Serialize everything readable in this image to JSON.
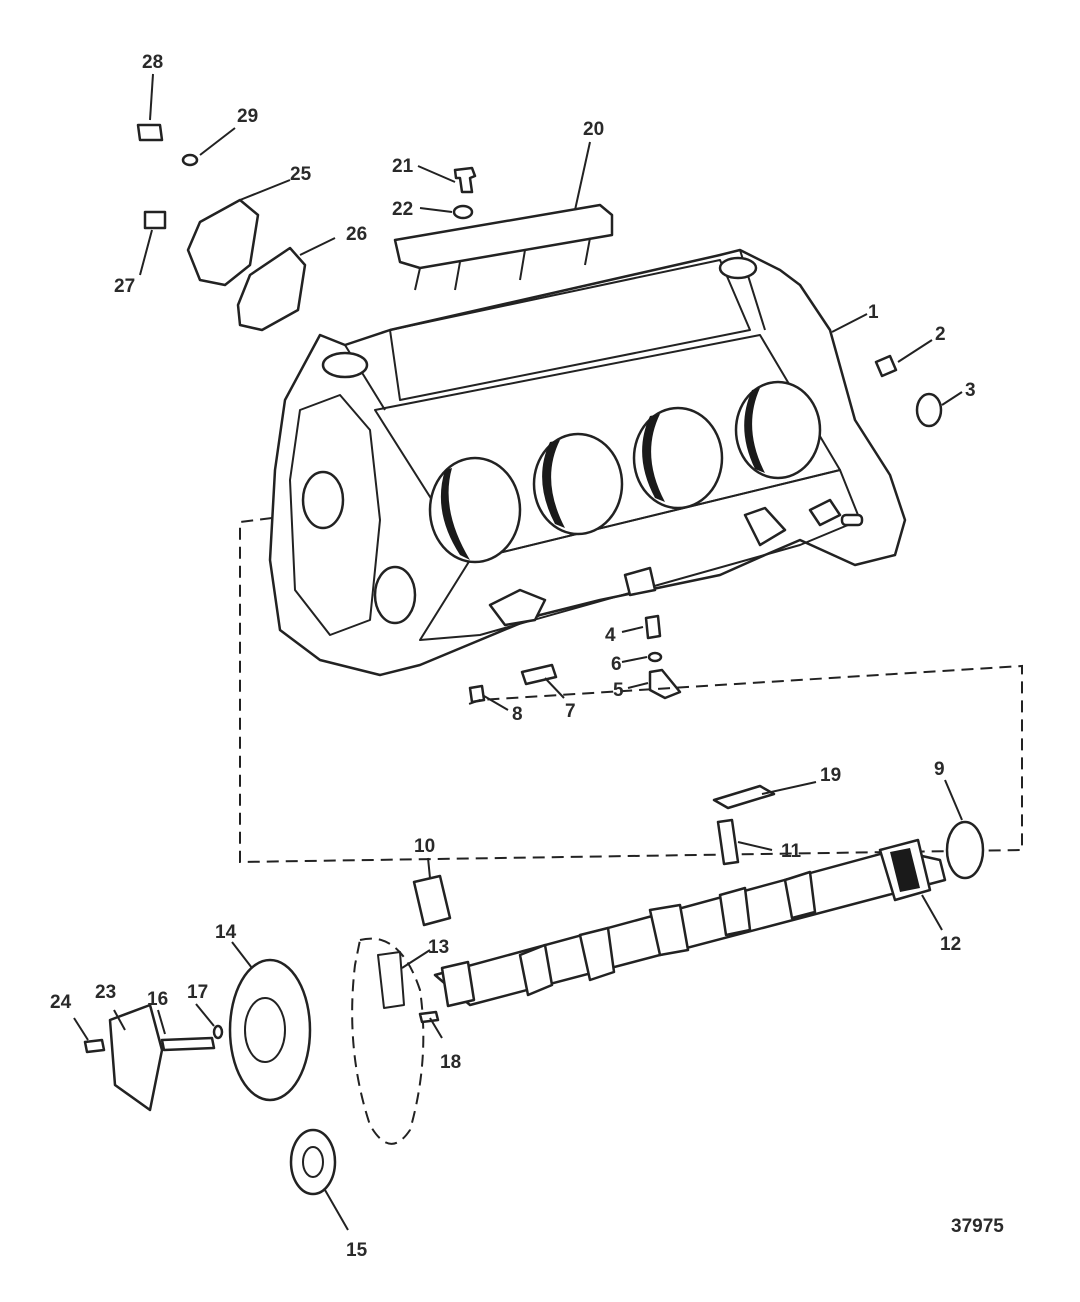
{
  "figure": {
    "number": "37975"
  },
  "callouts": [
    "1",
    "2",
    "3",
    "4",
    "5",
    "6",
    "7",
    "8",
    "9",
    "10",
    "11",
    "12",
    "13",
    "14",
    "15",
    "16",
    "17",
    "18",
    "19",
    "20",
    "21",
    "22",
    "23",
    "24",
    "25",
    "26",
    "27",
    "28",
    "29"
  ]
}
